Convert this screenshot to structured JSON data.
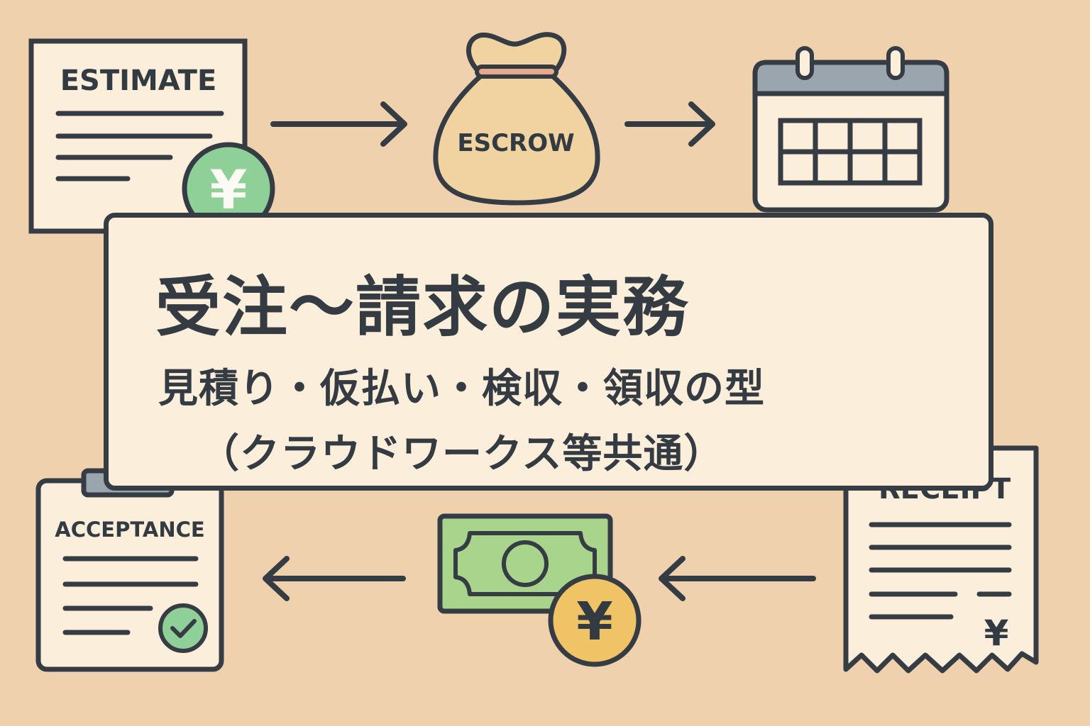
{
  "title": {
    "main": "受注～請求の実務",
    "sub": "見積り・仮払い・検収・領収の型",
    "note": "（クラウドワークス等共通）"
  },
  "cards": {
    "estimate": "ESTIMATE",
    "escrow": "ESCROW",
    "acceptance": "ACCEPTANCE",
    "receipt": "RECEIPT"
  },
  "symbols": {
    "yen": "¥"
  },
  "colors": {
    "background": "#efd1ad",
    "panel": "#fbeedb",
    "outline": "#353c43",
    "green": "#8fcf98",
    "gold": "#f0c466",
    "calendar_header": "#9ba5ae",
    "bag": "#f0d3a0",
    "money": "#a9d48c"
  },
  "icons": [
    "estimate-document-icon",
    "yen-coin-icon",
    "money-bag-icon",
    "calendar-icon",
    "clipboard-icon",
    "check-icon",
    "banknote-icon",
    "receipt-icon",
    "arrow-right-icon",
    "arrow-left-icon"
  ]
}
